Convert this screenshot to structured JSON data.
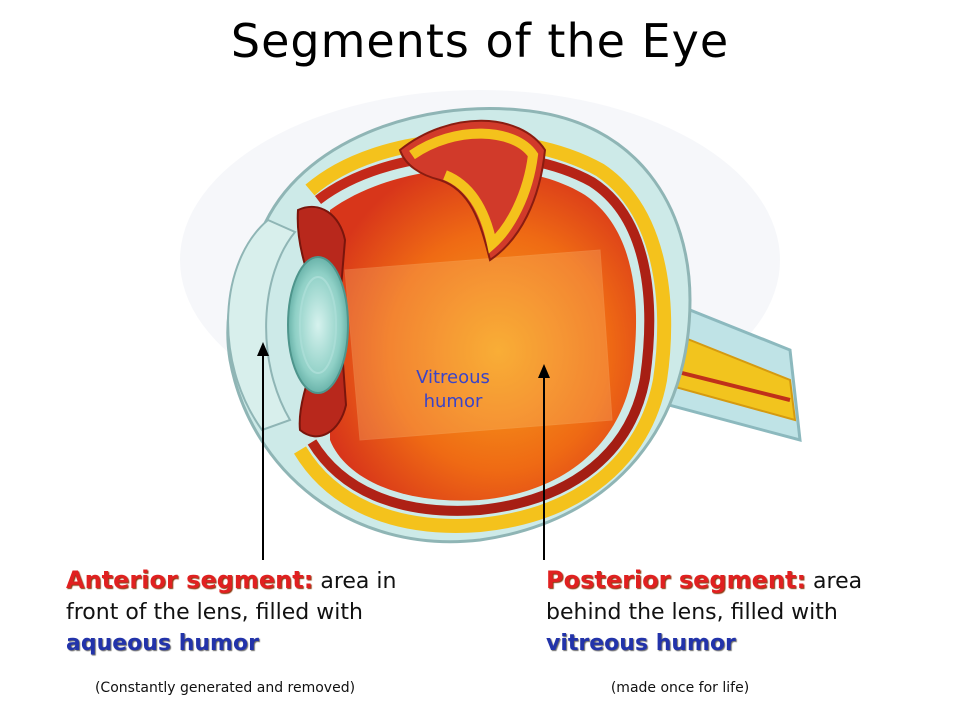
{
  "title": "Segments of the Eye",
  "labels": {
    "vitreous_line1": "Vitreous",
    "vitreous_line2": "humor"
  },
  "anterior": {
    "heading": "Anterior segment",
    "colon": ":",
    "desc_line1_tail": " area in",
    "desc_line2": "front of the lens, filled with",
    "humor": "aqueous humor",
    "note": "(Constantly generated and removed)"
  },
  "posterior": {
    "heading": "Posterior segment",
    "colon": ":",
    "desc_line1_tail": " area",
    "desc_line2": "behind the lens, filled with",
    "humor": "vitreous humor",
    "note": "(made once for life)"
  },
  "colors": {
    "heading_red": "#e02020",
    "humor_blue": "#2233aa",
    "vitreous_label_blue": "#3a44c8"
  }
}
